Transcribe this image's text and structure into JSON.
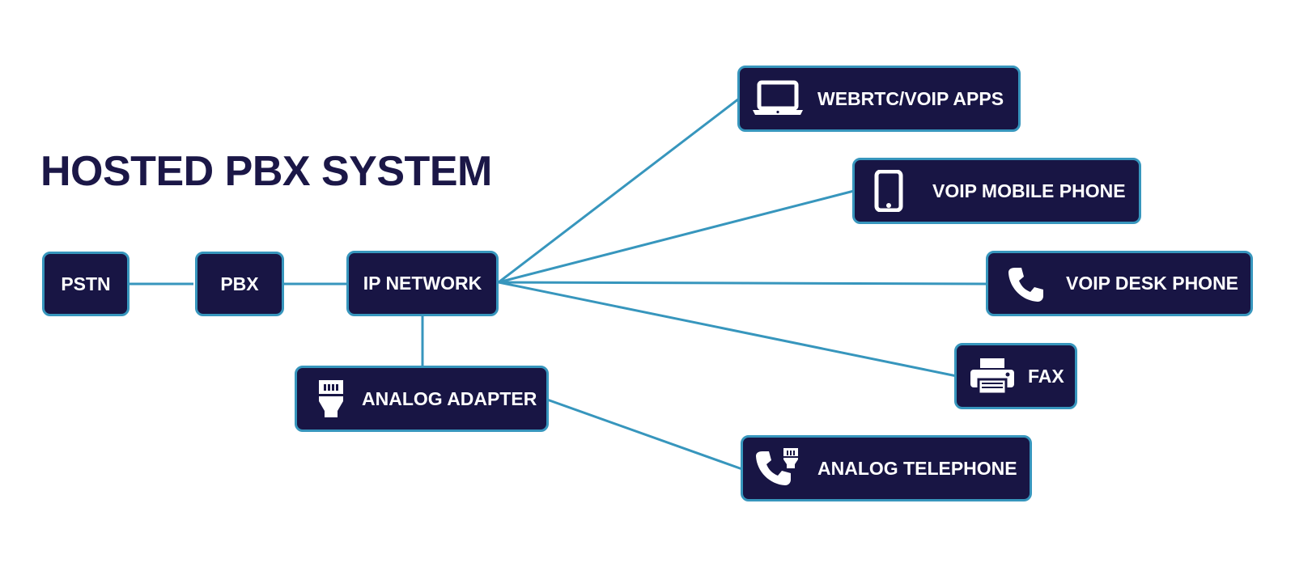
{
  "title": "HOSTED PBX SYSTEM",
  "colors": {
    "node_fill": "#181544",
    "node_border": "#3796bd",
    "link": "#3796bd",
    "title": "#1b1747"
  },
  "nodes": {
    "pstn": {
      "label": "PSTN"
    },
    "pbx": {
      "label": "PBX"
    },
    "ip_network": {
      "label": "IP NETWORK"
    },
    "analog_adapter": {
      "label": "ANALOG ADAPTER",
      "icon": "ethernet-plug-icon"
    },
    "webrtc_apps": {
      "label": "WEBRTC/VOIP APPS",
      "icon": "laptop-icon"
    },
    "voip_mobile": {
      "label": "VOIP MOBILE PHONE",
      "icon": "smartphone-icon"
    },
    "voip_desk": {
      "label": "VOIP DESK PHONE",
      "icon": "phone-handset-icon"
    },
    "fax": {
      "label": "FAX",
      "icon": "printer-icon"
    },
    "analog_telephone": {
      "label": "ANALOG TELEPHONE",
      "icon": "phone-with-plug-icon"
    }
  },
  "links": [
    [
      "pstn",
      "pbx"
    ],
    [
      "pbx",
      "ip_network"
    ],
    [
      "ip_network",
      "analog_adapter"
    ],
    [
      "ip_network",
      "webrtc_apps"
    ],
    [
      "ip_network",
      "voip_mobile"
    ],
    [
      "ip_network",
      "voip_desk"
    ],
    [
      "ip_network",
      "fax"
    ],
    [
      "analog_adapter",
      "analog_telephone"
    ]
  ]
}
